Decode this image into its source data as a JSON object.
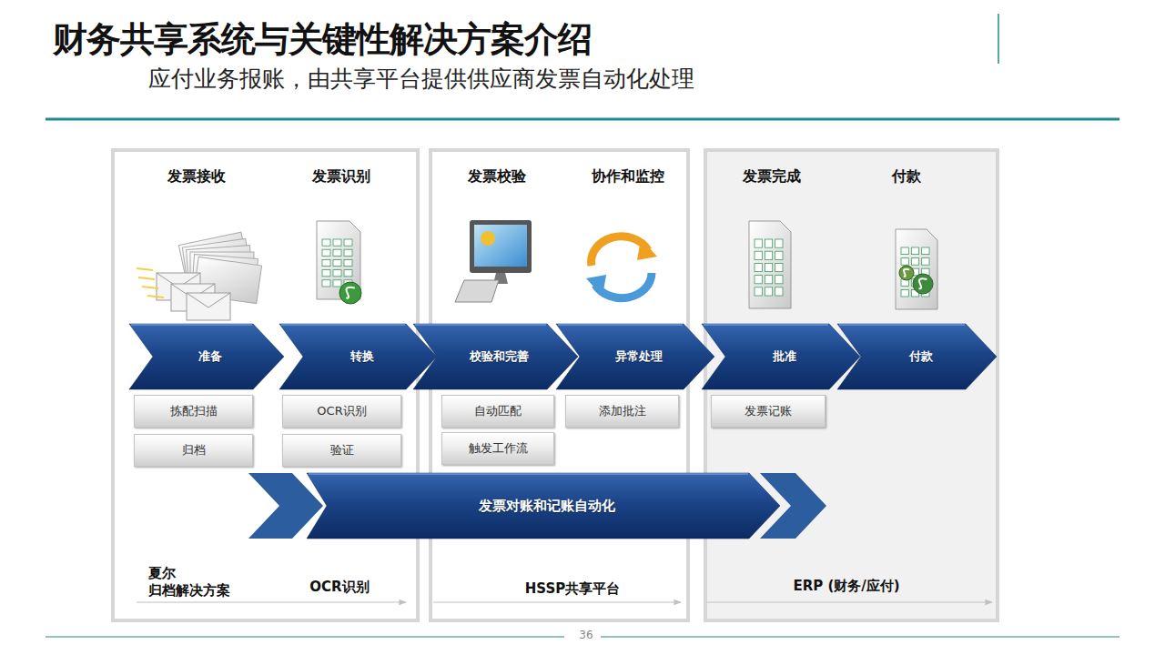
{
  "diagram": {
    "title": "财务共享系统与关键性解决方案介绍",
    "nodes": [
      {
        "text": [
          "发票接收",
          "发票识别",
          "夏尔 归档解决方案",
          "OCR识别"
        ]
      },
      {
        "text": [
          "发票校验",
          "协作和监控",
          "HSSP共享平台"
        ]
      },
      {
        "text": [
          "发票完成",
          "付款",
          "ERP (财务/应付)"
        ]
      },
      {
        "text": [
          "准备"
        ]
      },
      {
        "text": [
          "转换"
        ]
      },
      {
        "text": [
          "校验和完善"
        ]
      },
      {
        "text": [
          "异常处理"
        ]
      },
      {
        "text": [
          "批准"
        ]
      },
      {
        "text": [
          "付款"
        ]
      },
      {
        "text": [
          "拣配扫描"
        ],
        "in": 0
      },
      {
        "text": [
          "归档"
        ],
        "in": 0
      },
      {
        "text": [
          "OCR识别"
        ],
        "in": 0
      },
      {
        "text": [
          "验证"
        ],
        "in": 0
      },
      {
        "text": [
          "自动匹配"
        ],
        "in": 1
      },
      {
        "text": [
          "触发工作流"
        ],
        "in": 1
      },
      {
        "text": [
          "添加批注"
        ],
        "in": 1
      },
      {
        "text": [
          "发票记账"
        ],
        "in": 2
      },
      {
        "text": [
          "发票对账和记账自动化"
        ]
      }
    ],
    "labels": [
      "应付业务报账，由共享平台提供供应商发票自动化处理",
      "36"
    ]
  }
}
